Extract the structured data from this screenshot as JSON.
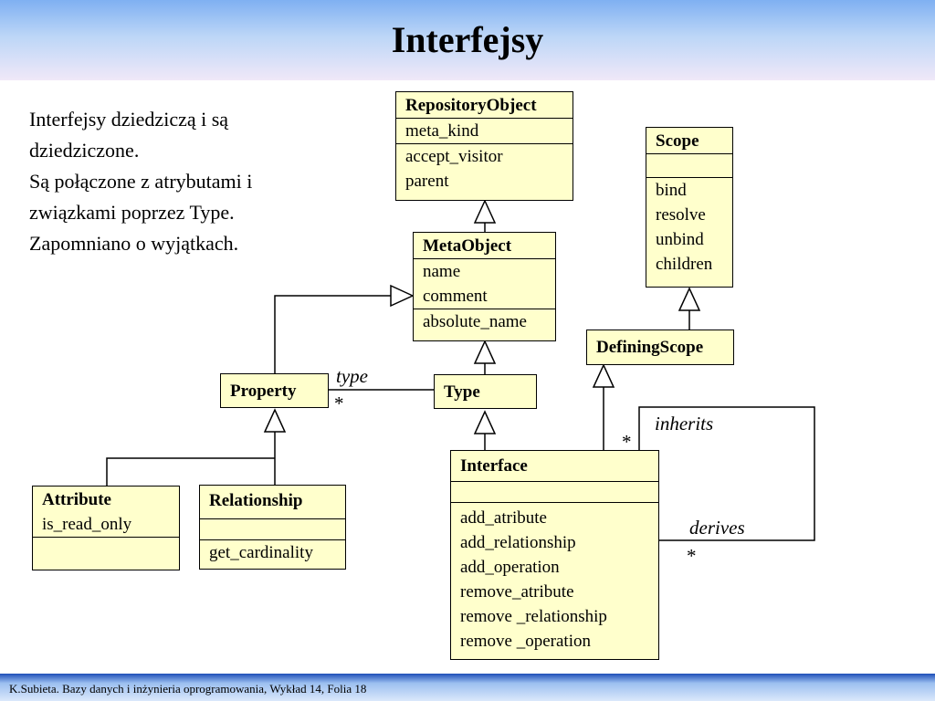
{
  "title": "Interfejsy",
  "intro_lines": [
    "Interfejsy dziedziczą i są",
    "dziedziczone.",
    "Są połączone z atrybutami i",
    "związkami poprzez Type.",
    "Zapomniano o wyjątkach."
  ],
  "classes": {
    "repository_object": {
      "name": "RepositoryObject",
      "attributes": [
        "meta_kind"
      ],
      "operations": [
        "accept_visitor",
        "parent"
      ]
    },
    "meta_object": {
      "name": "MetaObject",
      "attributes": [
        "name",
        "comment"
      ],
      "operations": [
        "absolute_name"
      ]
    },
    "scope": {
      "name": "Scope",
      "attributes": [],
      "operations": [
        "bind",
        "resolve",
        "unbind",
        "children"
      ]
    },
    "defining_scope": {
      "name": "DefiningScope"
    },
    "property": {
      "name": "Property"
    },
    "type": {
      "name": "Type"
    },
    "interface": {
      "name": "Interface",
      "attributes": [],
      "operations": [
        "add_atribute",
        "add_relationship",
        "add_operation",
        "remove_atribute",
        "remove _relationship",
        "remove _operation"
      ]
    },
    "attribute": {
      "name": "Attribute",
      "attributes": [
        "is_read_only"
      ],
      "operations": []
    },
    "relationship": {
      "name": "Relationship",
      "attributes": [],
      "operations": [
        "get_cardinality"
      ]
    }
  },
  "labels": {
    "type_role": "type",
    "type_mult": "*",
    "inherits_role": "inherits",
    "inherits_mult": "*",
    "derives_role": "derives",
    "derives_mult": "*"
  },
  "footer": "K.Subieta. Bazy danych i inżynieria oprogramowania, Wykład 14, Folia 18"
}
